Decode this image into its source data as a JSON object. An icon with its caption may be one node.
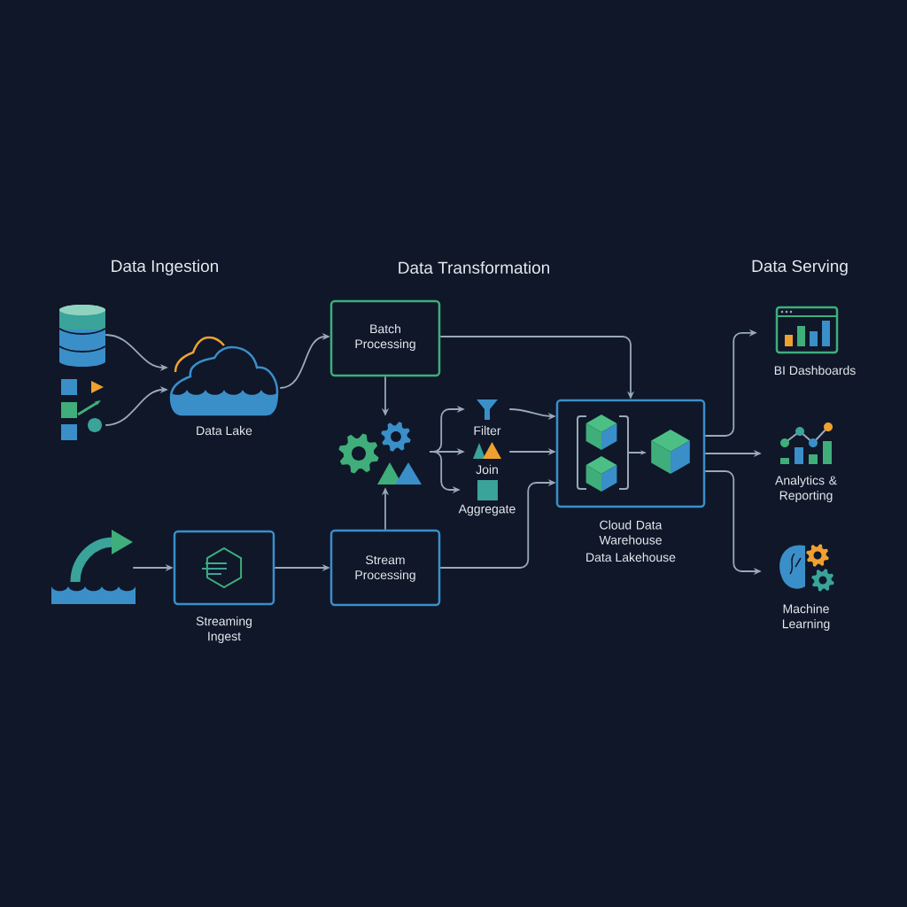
{
  "diagram": {
    "nodes": [
      {
        "text": [],
        "shape": "cylinder"
      },
      {
        "text": [],
        "shape": "picture"
      },
      {
        "text": [
          "Data Lake"
        ]
      },
      {
        "text": [],
        "shape": "picture"
      },
      {
        "text": [
          "Streaming Ingest"
        ]
      },
      {
        "text": [
          "Batch Processing"
        ]
      },
      {
        "text": [
          "Stream Processing"
        ]
      },
      {
        "text": [],
        "shape": "picture"
      },
      {
        "text": [
          "Filter"
        ]
      },
      {
        "text": [
          "Join"
        ]
      },
      {
        "text": [
          "Aggregate"
        ]
      },
      {
        "text": [
          "Cloud Data Warehouse",
          "Data Lakehouse"
        ]
      },
      {
        "text": [
          "BI Dashboards"
        ]
      },
      {
        "text": [
          "Analytics & Reporting"
        ]
      },
      {
        "text": [
          "Machine Learning"
        ]
      }
    ],
    "edges": [
      {
        "from": 0,
        "to": 2,
        "arrow": "to"
      },
      {
        "from": 1,
        "to": 2,
        "arrow": "to"
      },
      {
        "from": 2,
        "to": 5,
        "arrow": "to"
      },
      {
        "from": 3,
        "to": 4,
        "arrow": "to"
      },
      {
        "from": 4,
        "to": 6,
        "arrow": "to"
      },
      {
        "from": 5,
        "to": 7,
        "arrow": "to"
      },
      {
        "from": 6,
        "to": 7,
        "arrow": "to"
      },
      {
        "from": 7,
        "to": 8,
        "arrow": "to"
      },
      {
        "from": 7,
        "to": 9,
        "arrow": "to"
      },
      {
        "from": 7,
        "to": 10,
        "arrow": "to"
      },
      {
        "from": 8,
        "to": 11,
        "arrow": "to"
      },
      {
        "from": 9,
        "to": 11,
        "arrow": "to"
      },
      {
        "from": 6,
        "to": 11,
        "arrow": "to"
      },
      {
        "from": 5,
        "to": 11,
        "arrow": "to"
      },
      {
        "from": 11,
        "to": 12,
        "arrow": "to"
      },
      {
        "from": 11,
        "to": 13,
        "arrow": "to"
      },
      {
        "from": 11,
        "to": 14,
        "arrow": "to"
      }
    ],
    "labels": [
      "Data Ingestion",
      "Data Transformation",
      "Data Serving"
    ]
  }
}
